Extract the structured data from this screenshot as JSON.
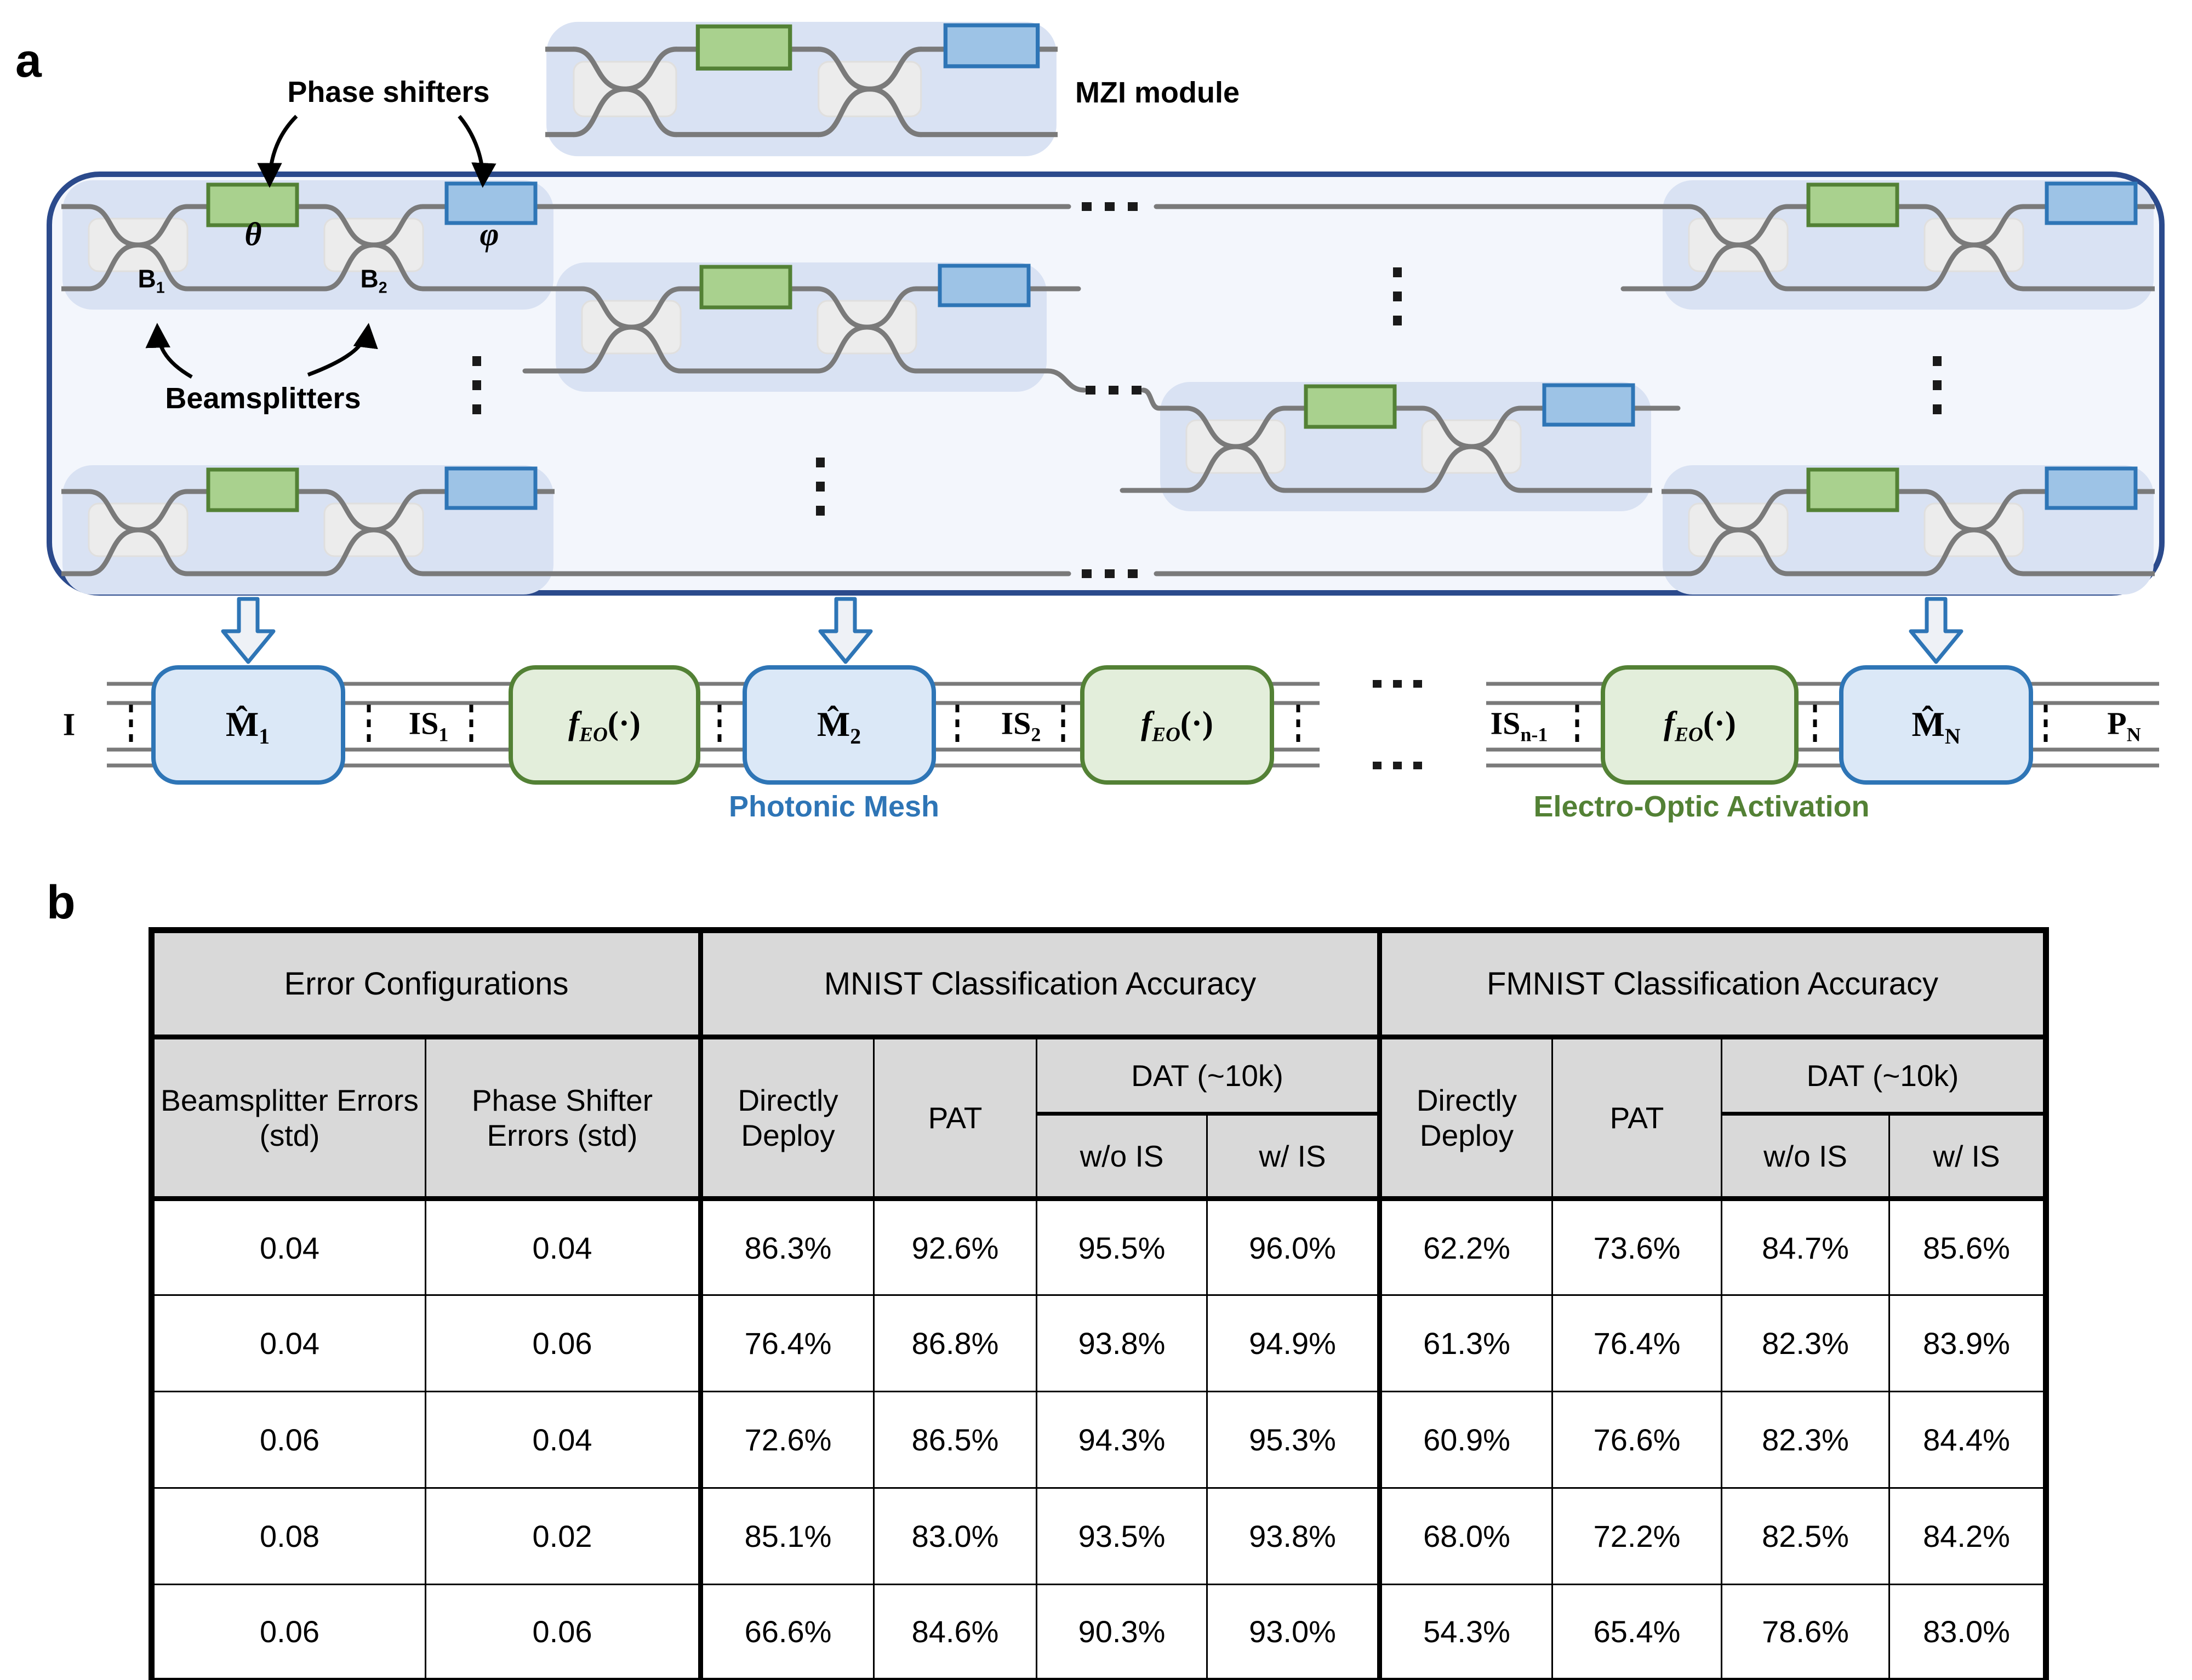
{
  "figure": {
    "panel_a_label": "a",
    "panel_b_label": "b"
  },
  "panel_a": {
    "mzi_module_label": "MZI module",
    "phase_shifters_label": "Phase shifters",
    "beamsplitters_label": "Beamsplitters",
    "theta": "θ",
    "phi": "φ",
    "b1": {
      "base": "B",
      "sub": "1"
    },
    "b2": {
      "base": "B",
      "sub": "2"
    },
    "flow": {
      "input": "I",
      "m1": {
        "base": "M̂",
        "sub": "1"
      },
      "is1": {
        "base": "IS",
        "sub": "1"
      },
      "feo": {
        "f": "f",
        "sub": "EO",
        "args": "(·)"
      },
      "m2": {
        "base": "M̂",
        "sub": "2"
      },
      "is2": {
        "base": "IS",
        "sub": "2"
      },
      "isn1": {
        "base": "IS",
        "sub": "n-1"
      },
      "mn": {
        "base": "M̂",
        "sub": "N"
      },
      "pn": {
        "base": "P",
        "sub": "N"
      },
      "photonic_mesh_caption": "Photonic Mesh",
      "electro_optic_caption": "Electro-Optic Activation"
    }
  },
  "table": {
    "group_headers": {
      "error": "Error Configurations",
      "mnist": "MNIST Classification Accuracy",
      "fmnist": "FMNIST Classification Accuracy"
    },
    "col_headers": {
      "beamsplitter": "Beamsplitter Errors (std)",
      "phase_shifter": "Phase Shifter Errors (std)",
      "directly_deploy": "Directly Deploy",
      "pat": "PAT",
      "dat": "DAT (~10k)",
      "wo_is": "w/o IS",
      "w_is": "w/ IS"
    },
    "rows": [
      [
        "0.04",
        "0.04",
        "86.3%",
        "92.6%",
        "95.5%",
        "96.0%",
        "62.2%",
        "73.6%",
        "84.7%",
        "85.6%"
      ],
      [
        "0.04",
        "0.06",
        "76.4%",
        "86.8%",
        "93.8%",
        "94.9%",
        "61.3%",
        "76.4%",
        "82.3%",
        "83.9%"
      ],
      [
        "0.06",
        "0.04",
        "72.6%",
        "86.5%",
        "94.3%",
        "95.3%",
        "60.9%",
        "76.6%",
        "82.3%",
        "84.4%"
      ],
      [
        "0.08",
        "0.02",
        "85.1%",
        "83.0%",
        "93.5%",
        "93.8%",
        "68.0%",
        "72.2%",
        "82.5%",
        "84.2%"
      ],
      [
        "0.06",
        "0.06",
        "66.6%",
        "84.6%",
        "90.3%",
        "93.0%",
        "54.3%",
        "65.4%",
        "78.6%",
        "83.0%"
      ]
    ]
  },
  "colors": {
    "accent_blue": "#2e75b6",
    "accent_green": "#538135",
    "phase_shifter_green_fill": "#a9d18e",
    "phase_shifter_blue_fill": "#9dc3e6",
    "module_tile_fill": "#d9e2f3",
    "mesh_container_fill": "#f3f6fc",
    "mesh_border": "#2b4a8c",
    "waveguide_gray": "#7a7a7a",
    "table_header_gray": "#d9d9d9",
    "mesh_box_fill": "#dbe8f7",
    "activation_box_fill": "#e3eedb"
  }
}
